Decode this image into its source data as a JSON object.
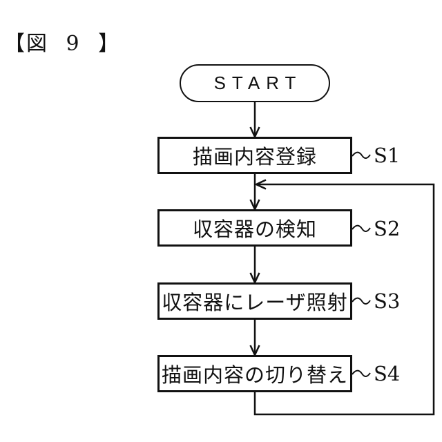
{
  "figure": {
    "title": "【図 9 】"
  },
  "flowchart": {
    "start": {
      "label": "START"
    },
    "steps": [
      {
        "text": "描画内容登録",
        "step_id": "S1"
      },
      {
        "text": "収容器の検知",
        "step_id": "S2"
      },
      {
        "text": "収容器にレーザ照射",
        "step_id": "S3"
      },
      {
        "text": "描画内容の切り替え",
        "step_id": "S4"
      }
    ]
  },
  "colors": {
    "line": "#111111",
    "background": "#ffffff"
  }
}
